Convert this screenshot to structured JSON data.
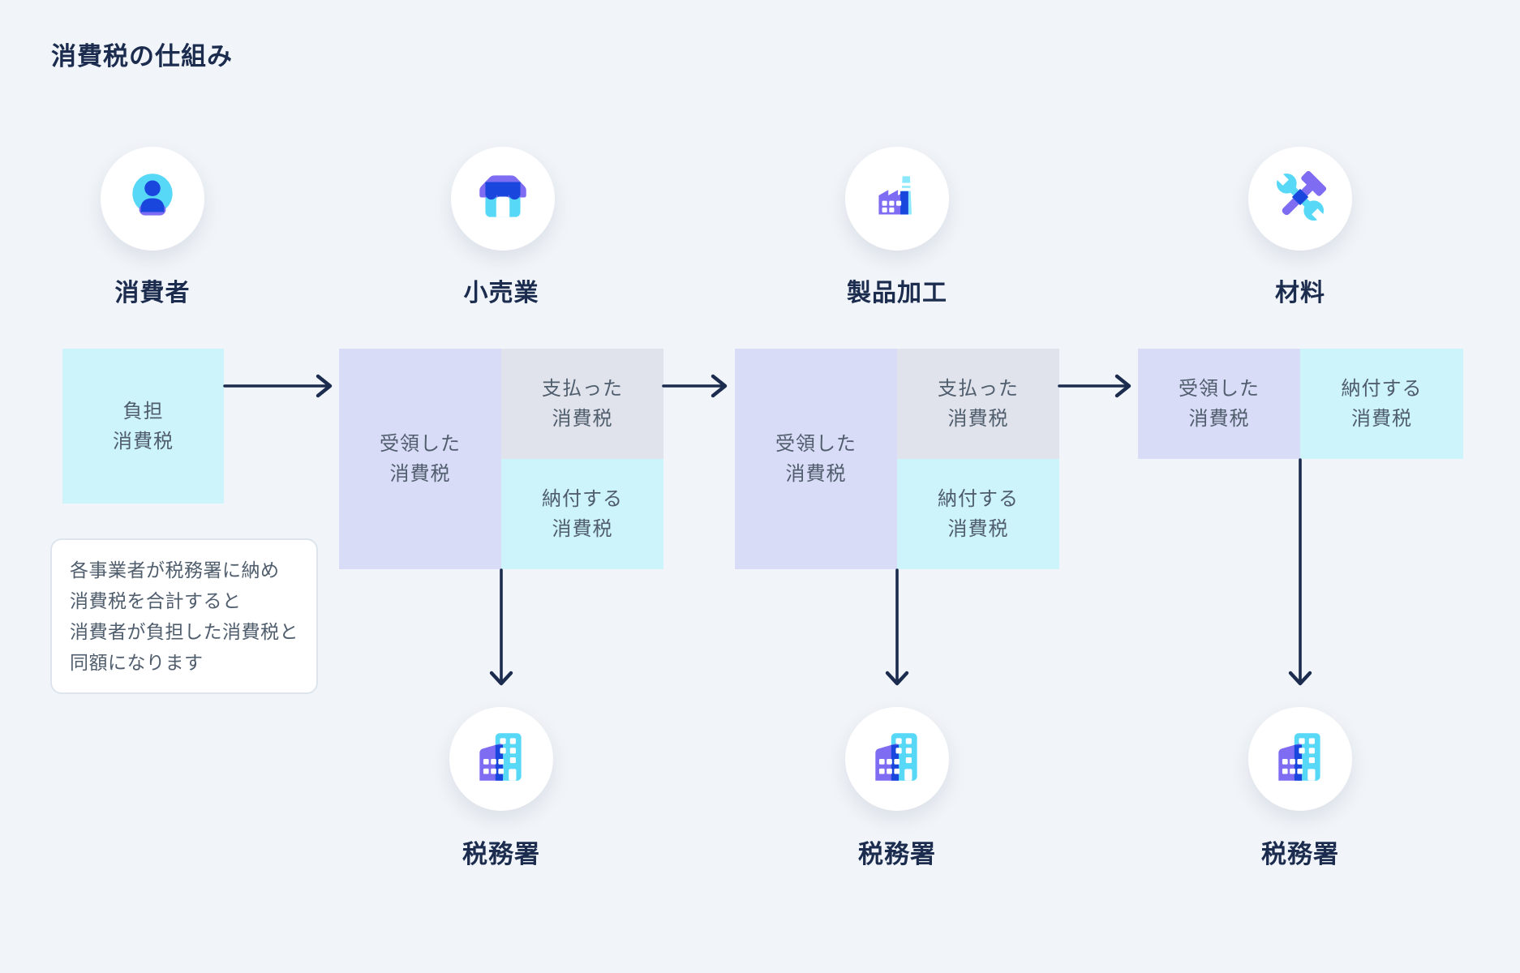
{
  "title": "消費税の仕組み",
  "entities": [
    {
      "id": "consumer",
      "label": "消費者",
      "icon": "person-icon",
      "boxes": [
        {
          "kind": "burden",
          "label": "負担\n消費税",
          "color": "cyan"
        }
      ]
    },
    {
      "id": "retail",
      "label": "小売業",
      "icon": "storefront-icon",
      "boxes": [
        {
          "kind": "received",
          "label": "受領した\n消費税",
          "color": "lavender"
        },
        {
          "kind": "paid",
          "label": "支払った\n消費税",
          "color": "gray"
        },
        {
          "kind": "remit",
          "label": "納付する\n消費税",
          "color": "cyan"
        }
      ]
    },
    {
      "id": "processing",
      "label": "製品加工",
      "icon": "factory-icon",
      "boxes": [
        {
          "kind": "received",
          "label": "受領した\n消費税",
          "color": "lavender"
        },
        {
          "kind": "paid",
          "label": "支払った\n消費税",
          "color": "gray"
        },
        {
          "kind": "remit",
          "label": "納付する\n消費税",
          "color": "cyan"
        }
      ]
    },
    {
      "id": "materials",
      "label": "材料",
      "icon": "tools-icon",
      "boxes": [
        {
          "kind": "received",
          "label": "受領した\n消費税",
          "color": "lavender"
        },
        {
          "kind": "remit",
          "label": "納付する\n消費税",
          "color": "cyan"
        }
      ]
    }
  ],
  "tax_offices": [
    {
      "label": "税務署",
      "icon": "tax-office-building-icon"
    },
    {
      "label": "税務署",
      "icon": "tax-office-building-icon"
    },
    {
      "label": "税務署",
      "icon": "tax-office-building-icon"
    }
  ],
  "note": {
    "text": "各事業者が税務署に納め\n消費税を合計すると\n消費者が負担した消費税と\n同額になります"
  },
  "colors": {
    "background": "#f1f5f9",
    "ink_navy": "#1c2c4e",
    "box_text": "#4f5d6d",
    "box_lavender": "#d9dcf7",
    "box_gray": "#e0e3ec",
    "box_cyan": "#cdf3fb",
    "icon_blue": "#1947dd",
    "icon_cyan": "#57d8f6",
    "icon_cyan_light": "#8be7fb",
    "icon_purple": "#7e6cf2",
    "note_border": "#dde4ee",
    "card_white": "#ffffff"
  }
}
